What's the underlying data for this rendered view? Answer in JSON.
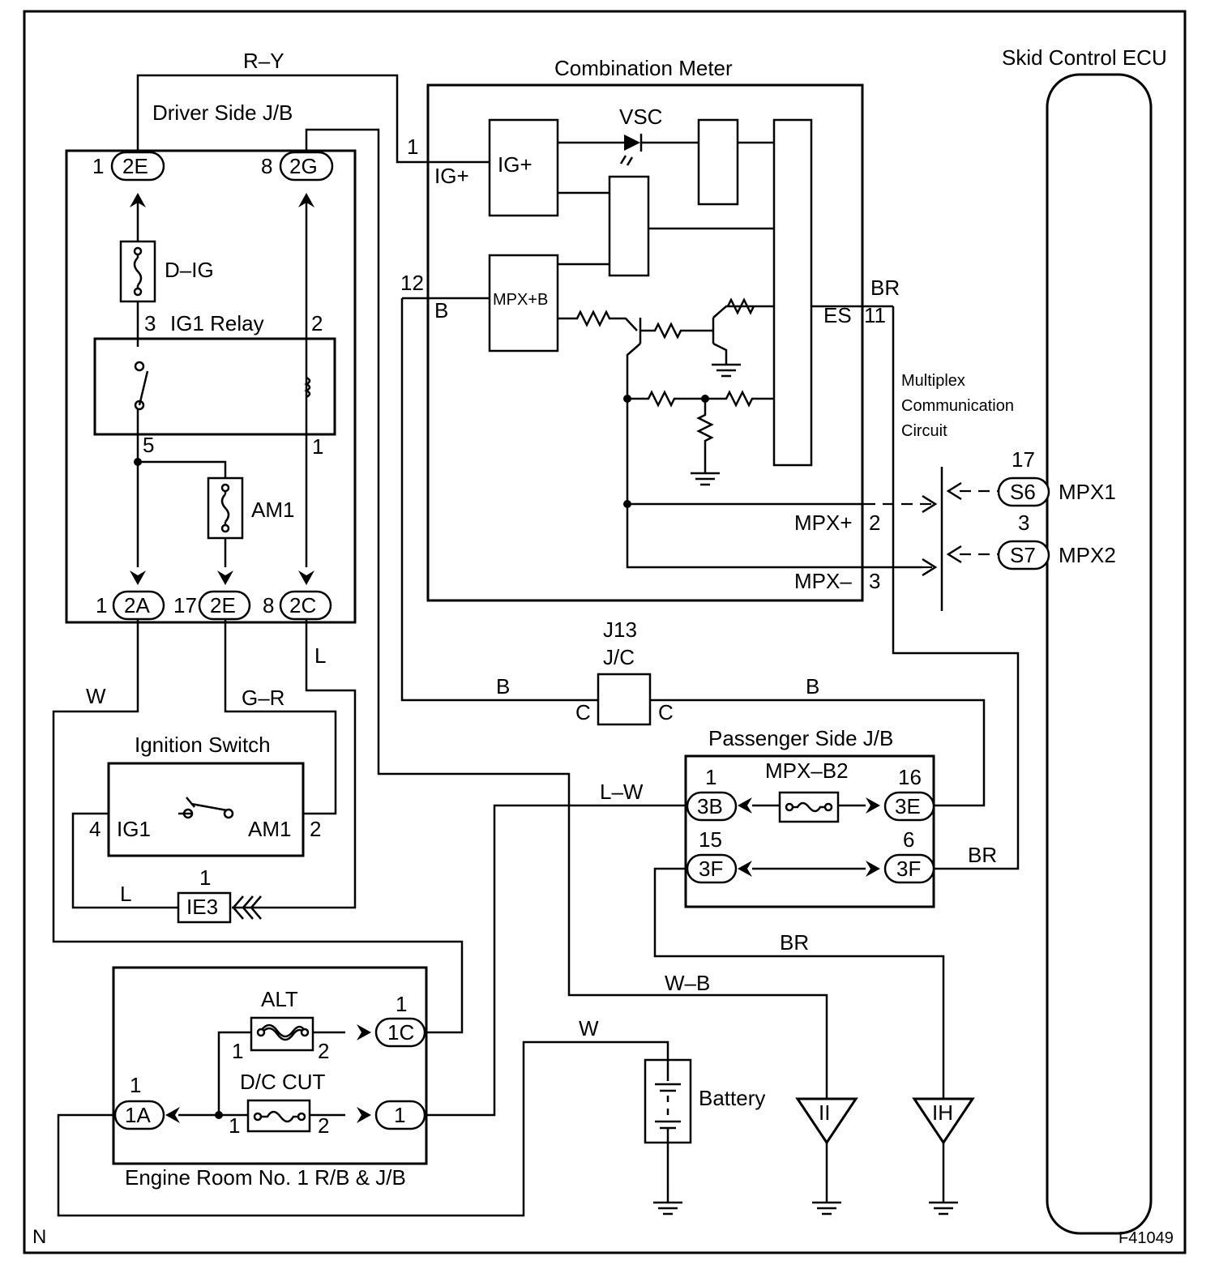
{
  "components": {
    "combination_meter": "Combination Meter",
    "skid_control_ecu": "Skid Control ECU",
    "driver_side_jb": "Driver Side J/B",
    "ig1_relay": "IG1 Relay",
    "ignition_switch": "Ignition Switch",
    "passenger_side_jb": "Passenger Side J/B",
    "engine_room_rb_jb": "Engine Room No. 1 R/B & J/B",
    "junction_connector": "J/C",
    "junction_connector_id": "J13",
    "battery": "Battery",
    "multiplex_line1": "Multiplex",
    "multiplex_line2": "Communication",
    "multiplex_line3": "Circuit"
  },
  "fuses": {
    "d_ig": "D–IG",
    "am1": "AM1",
    "alt": "ALT",
    "dc_cut": "D/C CUT",
    "mpx_b2": "MPX–B2"
  },
  "meter": {
    "ig_plus_block": "IG+",
    "mpx_b_block": "MPX+B",
    "vsc": "VSC",
    "pin_ig": "IG+",
    "pin_b": "B",
    "pin_es": "ES",
    "pin_mpx_plus": "MPX+",
    "pin_mpx_minus": "MPX–",
    "num_1": "1",
    "num_12": "12",
    "num_11": "11",
    "num_2": "2",
    "num_3": "3"
  },
  "ecu": {
    "mpx1": "MPX1",
    "mpx2": "MPX2",
    "conn_s6": "S6",
    "conn_s7": "S7",
    "num_17": "17",
    "num_3": "3"
  },
  "connectors": {
    "c_2e_top": "2E",
    "c_2g": "2G",
    "c_2a": "2A",
    "c_2e_bot": "2E",
    "c_2c": "2C",
    "c_ie3": "IE3",
    "c_3b": "3B",
    "c_3e": "3E",
    "c_3f_left": "3F",
    "c_3f_right": "3F",
    "c_1c": "1C",
    "c_1a": "1A",
    "c_1": "1"
  },
  "ground_points": {
    "ii": "II",
    "ih": "IH"
  },
  "pins": {
    "p_2e_top": "1",
    "p_2g": "8",
    "p_relay_3": "3",
    "p_relay_2": "2",
    "p_relay_5": "5",
    "p_relay_1": "1",
    "p_2a": "1",
    "p_2e_bot": "17",
    "p_2c": "8",
    "p_ig_4": "4",
    "p_ig_2": "2",
    "p_ig_label_ig1": "IG1",
    "p_ig_label_am1": "AM1",
    "p_ie3": "1",
    "p_3b": "1",
    "p_3e": "16",
    "p_3f_left": "15",
    "p_3f_right": "6",
    "p_1c": "1",
    "p_1a": "1",
    "p_alt_1": "1",
    "p_alt_2": "2",
    "p_dc_1": "1",
    "p_dc_2": "2",
    "p_jc_left": "C",
    "p_jc_right": "C"
  },
  "wire_colors": {
    "ry": "R–Y",
    "w_left": "W",
    "gr": "G–R",
    "l_top": "L",
    "l_bottom": "L",
    "b_left": "B",
    "b_right": "B",
    "br_top": "BR",
    "br_mid": "BR",
    "br_bottom": "BR",
    "lw": "L–W",
    "wb": "W–B",
    "w_battery": "W"
  },
  "corner": {
    "left": "N",
    "right": "F41049"
  }
}
